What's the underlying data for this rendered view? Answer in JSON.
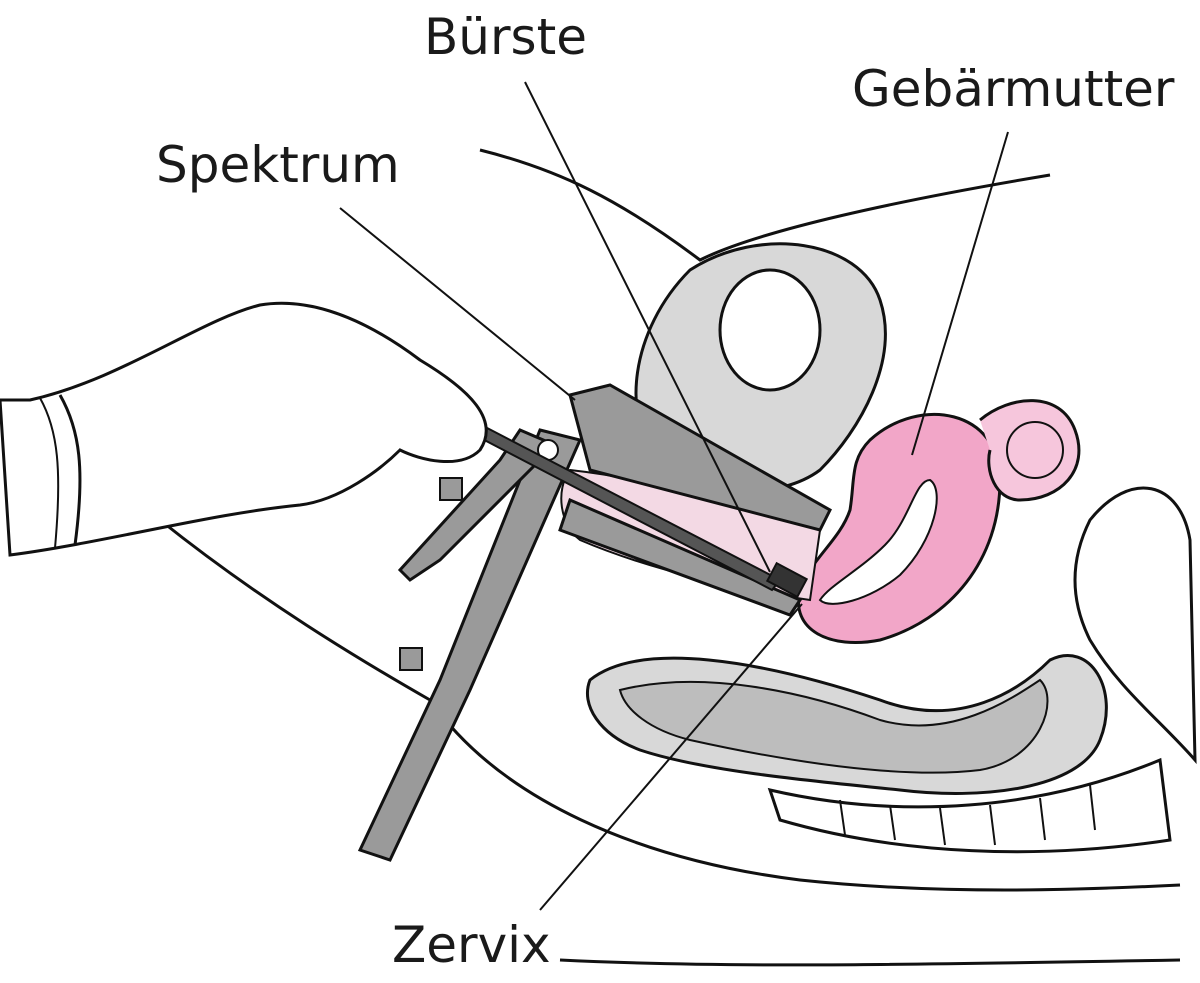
{
  "labels": {
    "brush": "Bürste",
    "uterus": "Gebärmutter",
    "speculum": "Spektrum",
    "cervix": "Zervix"
  },
  "colors": {
    "line": "#111111",
    "uterus_fill": "#f2a6c8",
    "tube_fill": "#f6c6dc",
    "tissue_gray": "#d8d8d8",
    "instrument_gray": "#9a9a9a",
    "stipple": "#f3d9e4"
  }
}
